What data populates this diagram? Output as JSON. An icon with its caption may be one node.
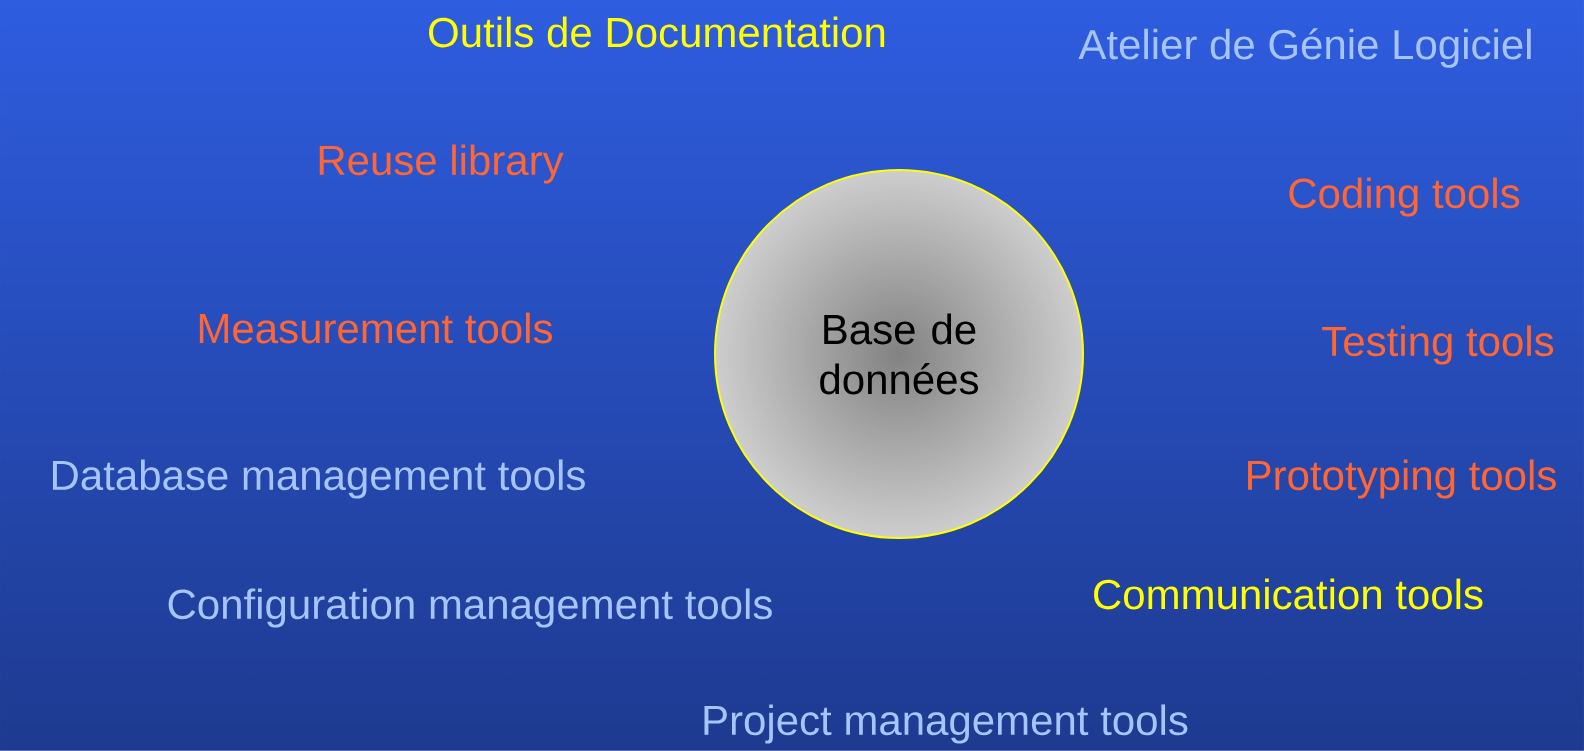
{
  "diagram": {
    "title": "Atelier de Génie Logiciel",
    "nodes": [
      {
        "text": [
          "Base de données"
        ]
      }
    ],
    "labels": [
      "Outils de Documentation",
      "Reuse library",
      "Coding tools",
      "Measurement tools",
      "Testing tools",
      "Database management tools",
      "Prototyping tools",
      "Communication tools",
      "Configuration management tools",
      "Project management tools"
    ]
  }
}
